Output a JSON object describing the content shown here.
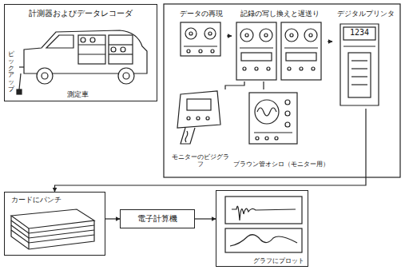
{
  "diagram": {
    "nodes": [
      {
        "text": [
          "計測器およびデータレコーダ",
          "測定車",
          "ピックアップ"
        ]
      },
      {
        "text": [
          "データの再現"
        ]
      },
      {
        "text": [
          "記録の写し換えと遅送り"
        ]
      },
      {
        "text": [
          "デジタルプリンタ",
          "1234"
        ]
      },
      {
        "text": [
          "モニターのビジグラフ"
        ]
      },
      {
        "text": [
          "ブラウン管オシロ（モニター用）"
        ]
      },
      {
        "text": [
          "カードにパンチ"
        ]
      },
      {
        "text": [
          "電子計算機"
        ]
      },
      {
        "text": [
          "グラフにプロット"
        ]
      }
    ],
    "edges": [
      {
        "from": 1,
        "to": 2,
        "arrow": "to"
      },
      {
        "from": 2,
        "to": 3,
        "arrow": "to"
      },
      {
        "from": 4,
        "to": 2,
        "arrow": "none"
      },
      {
        "from": 5,
        "to": 2,
        "arrow": "none"
      },
      {
        "from": 3,
        "to": 6,
        "arrow": "to"
      },
      {
        "from": 6,
        "to": 7,
        "arrow": "to"
      },
      {
        "from": 7,
        "to": 8,
        "arrow": "to"
      }
    ]
  }
}
